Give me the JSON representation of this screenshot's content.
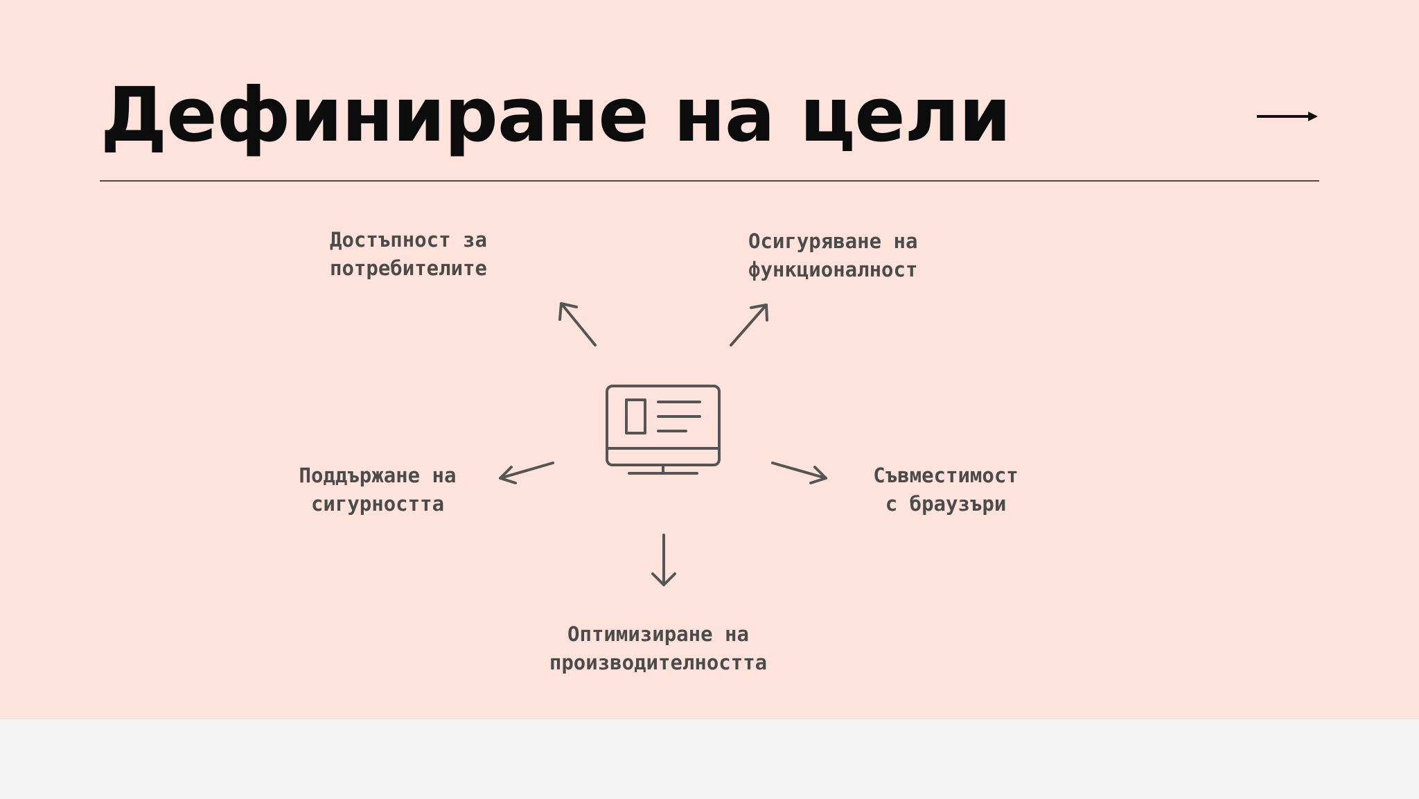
{
  "slide": {
    "title": "Дефиниране на цели",
    "next_arrow_icon": "long-right-arrow-icon"
  },
  "diagram": {
    "center_icon": "monitor-icon",
    "goals": {
      "access": {
        "line1": "Достъпност за",
        "line2": "потребителите"
      },
      "functionality": {
        "line1": "Осигуряване на",
        "line2": "функционалност"
      },
      "security": {
        "line1": "Поддържане на",
        "line2": "сигурността"
      },
      "compatibility": {
        "line1": "Съвместимост",
        "line2": "с браузъри"
      },
      "performance": {
        "line1": "Оптимизиране на",
        "line2": "производителността"
      }
    },
    "colors": {
      "background": "#fde3dc",
      "stroke": "#555555",
      "text": "#4b4b4b"
    }
  }
}
